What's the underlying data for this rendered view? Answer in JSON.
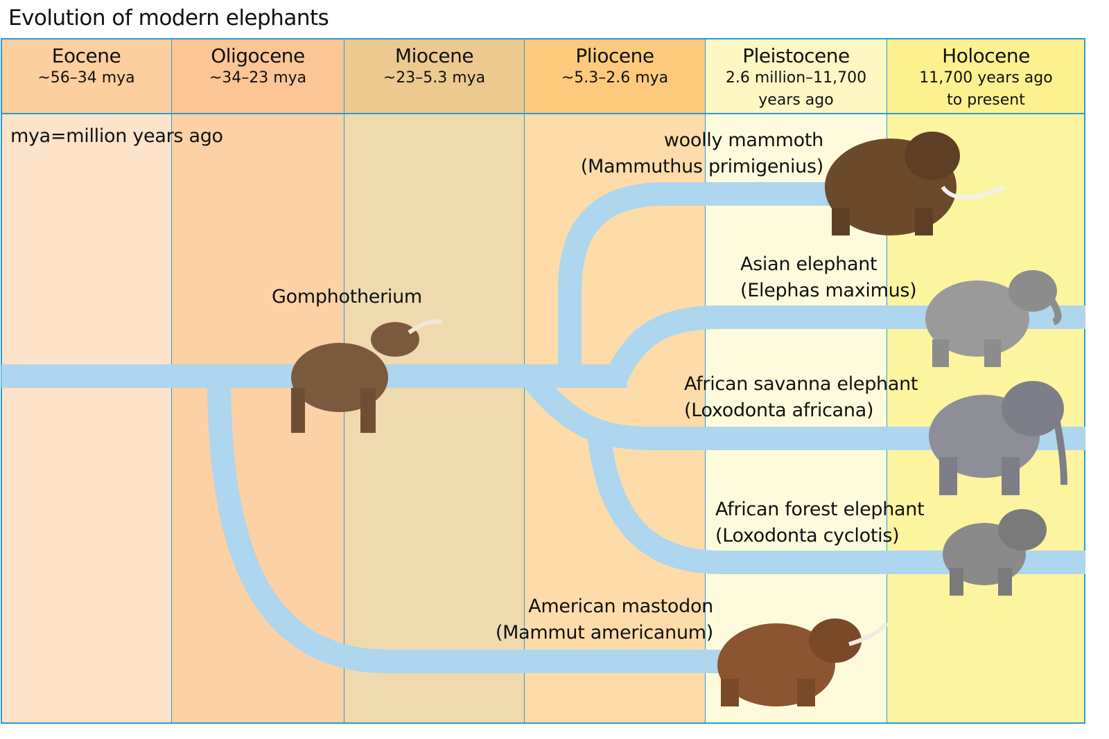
{
  "title": "Evolution of modern elephants",
  "note": "mya=million years ago",
  "epochs": [
    {
      "name": "Eocene",
      "range": "~56–34 mya",
      "header_color": "#fccf9f",
      "body_color": "#fde3c9"
    },
    {
      "name": "Oligocene",
      "range": "~34–23 mya",
      "header_color": "#fcc596",
      "body_color": "#fcd1a6"
    },
    {
      "name": "Miocene",
      "range": "~23–5.3 mya",
      "header_color": "#ebc98f",
      "body_color": "#efdab0"
    },
    {
      "name": "Pliocene",
      "range": "~5.3–2.6 mya",
      "header_color": "#fdca7d",
      "body_color": "#fddcaa"
    },
    {
      "name": "Pleistocene",
      "range": "2.6 million–11,700 years ago",
      "header_color": "#fef7c4",
      "body_color": "#fefbdc"
    },
    {
      "name": "Holocene",
      "range": "11,700 years ago to present",
      "header_color": "#fdf18f",
      "body_color": "#fdf4a0"
    }
  ],
  "species": [
    {
      "common": "Gomphotherium",
      "scientific": ""
    },
    {
      "common": "woolly mammoth",
      "scientific": "(Mammuthus primigenius)"
    },
    {
      "common": "Asian elephant",
      "scientific": "(Elephas maximus)"
    },
    {
      "common": "African savanna elephant",
      "scientific": "(Loxodonta africana)"
    },
    {
      "common": "African forest elephant",
      "scientific": "(Loxodonta cyclotis)"
    },
    {
      "common": "American mastodon",
      "scientific": "(Mammut americanum)"
    }
  ],
  "colors": {
    "border": "#2a9bd6",
    "branch": "#aed6ee"
  }
}
